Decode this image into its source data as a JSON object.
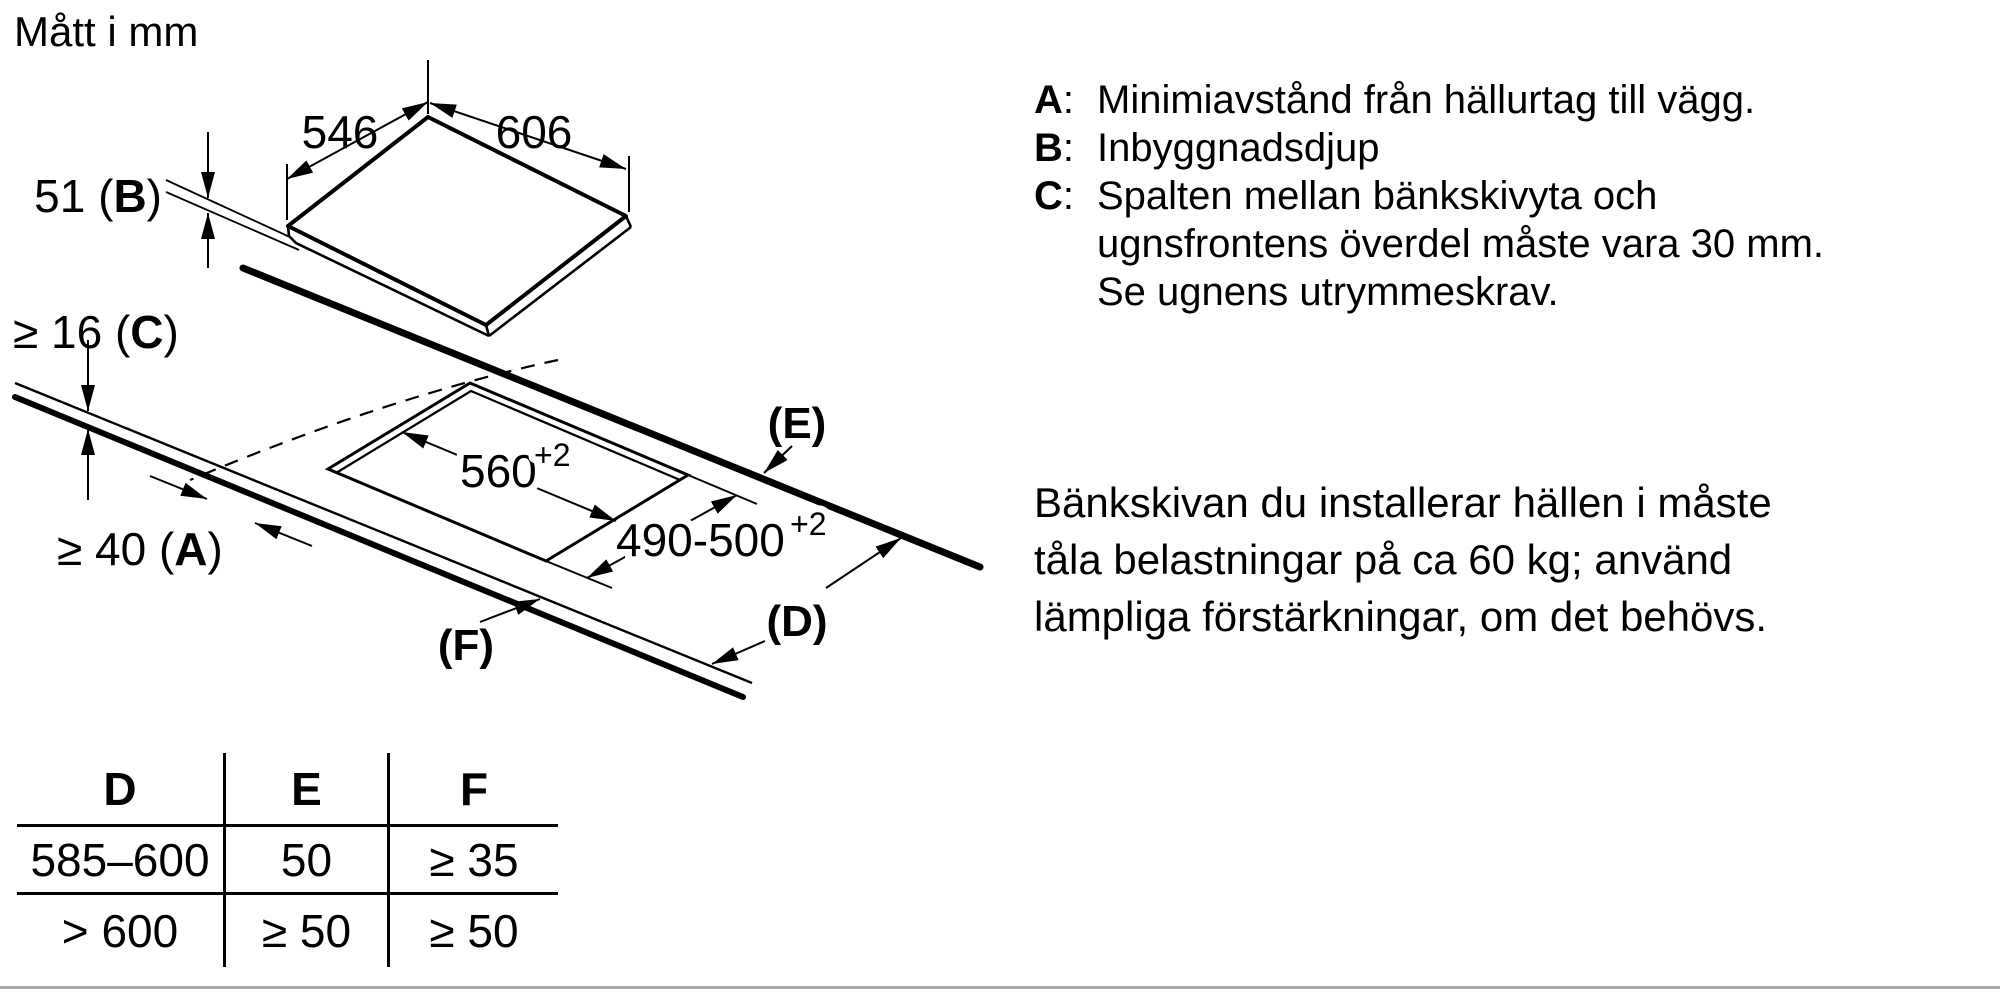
{
  "title": "Mått i mm",
  "diagram": {
    "dims": {
      "top_depth": "546",
      "top_width": "606",
      "thickness_value": "51 (",
      "thickness_letter": "B",
      "thickness_close": ")",
      "gap_value": "≥ 16 (",
      "gap_letter": "C",
      "gap_close": ")",
      "wall_value": "≥ 40 (",
      "wall_letter": "A",
      "wall_close": ")",
      "cutout_width": "560",
      "cutout_width_tol": "+2",
      "cutout_depth": "490-500",
      "cutout_depth_tol": "+2",
      "label_e": "(E)",
      "label_d": "(D)",
      "label_f": "(F)"
    }
  },
  "legend": {
    "rows": [
      {
        "letter": "A",
        "colon": ":",
        "text": "Minimiavstånd från hällurtag till vägg."
      },
      {
        "letter": "B",
        "colon": ":",
        "text": "Inbyggnadsdjup"
      },
      {
        "letter": "C",
        "colon": ":",
        "text": "Spalten mellan bänkskivyta och"
      },
      {
        "text": "ugnsfrontens överdel måste vara 30 mm."
      },
      {
        "text": "Se ugnens utrymmeskrav."
      }
    ]
  },
  "note_lines": [
    "Bänkskivan du installerar hällen i måste",
    "tåla belastningar på ca 60 kg; använd",
    "lämpliga förstärkningar, om det behövs."
  ],
  "table": {
    "headers": [
      "D",
      "E",
      "F"
    ],
    "rows": [
      [
        "585–600",
        "50",
        "≥ 35"
      ],
      [
        "> 600",
        "≥ 50",
        "≥ 50"
      ]
    ]
  }
}
